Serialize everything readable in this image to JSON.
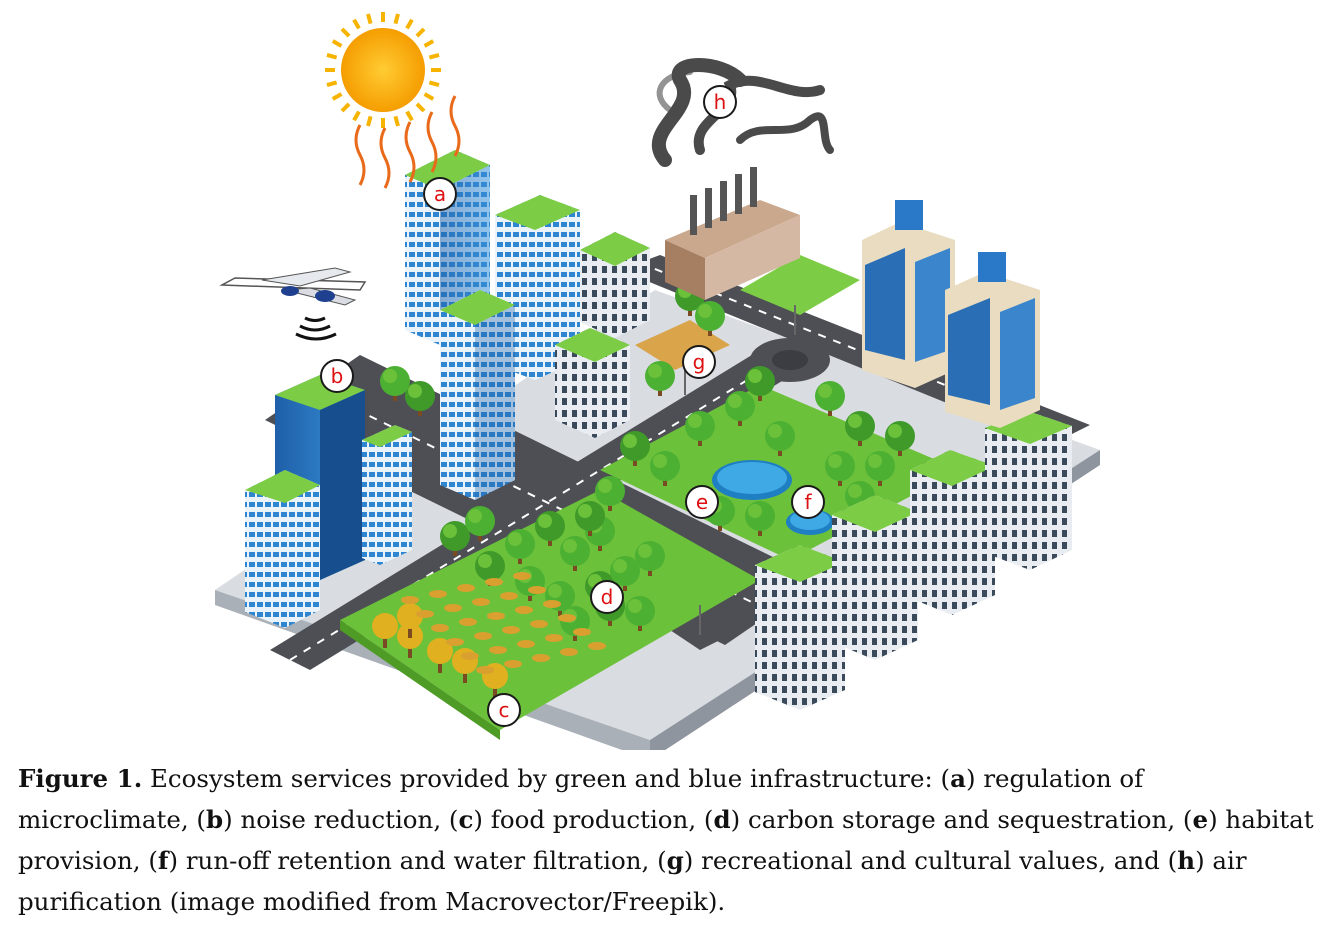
{
  "figure": {
    "label": "Figure 1.",
    "caption_intro": "Ecosystem services provided by green and blue infrastructure:",
    "items": [
      {
        "letter": "a",
        "text": "regulation of microclimate,"
      },
      {
        "letter": "b",
        "text": "noise reduction,"
      },
      {
        "letter": "c",
        "text": "food production,"
      },
      {
        "letter": "d",
        "text": "carbon storage and sequestration,"
      },
      {
        "letter": "e",
        "text": "habitat provision,"
      },
      {
        "letter": "f",
        "text": "run-off retention and water filtration,"
      },
      {
        "letter": "g",
        "text": "recreational and cultural values, and"
      },
      {
        "letter": "h",
        "text": "air purification"
      }
    ],
    "caption_credit": "(image modified from Macrovector/Freepik)."
  },
  "labels": {
    "a": "a",
    "b": "b",
    "c": "c",
    "d": "d",
    "e": "e",
    "f": "f",
    "g": "g",
    "h": "h"
  },
  "colors": {
    "grass": "#6cc13a",
    "road": "#4d4f55",
    "glass": "#2a78c8",
    "water": "#3fa9e6",
    "sun": "#f6b400",
    "smoke": "#2b2b2b",
    "label": "#d11111"
  }
}
